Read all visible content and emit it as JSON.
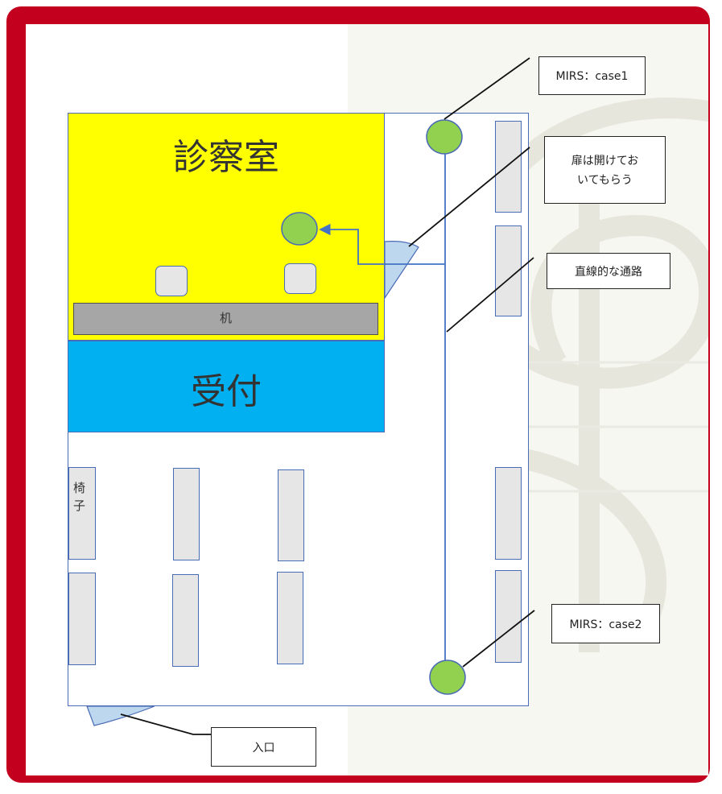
{
  "rooms": {
    "examination_room": "診察室",
    "reception": "受付",
    "desk": "机"
  },
  "chairs_label": "椅子",
  "callouts": {
    "case1": "MIRS：case1",
    "door_note_line1": "扉は開けてお",
    "door_note_line2": "いてもらう",
    "straight_path": "直線的な通路",
    "case2": "MIRS：case2",
    "entrance": "入口"
  },
  "colors": {
    "frame": "#c4001f",
    "exam_room": "#ffff00",
    "reception": "#00b0f0",
    "robot": "#92d050",
    "outline": "#4a6bb5",
    "door": "#bdd7ee"
  }
}
